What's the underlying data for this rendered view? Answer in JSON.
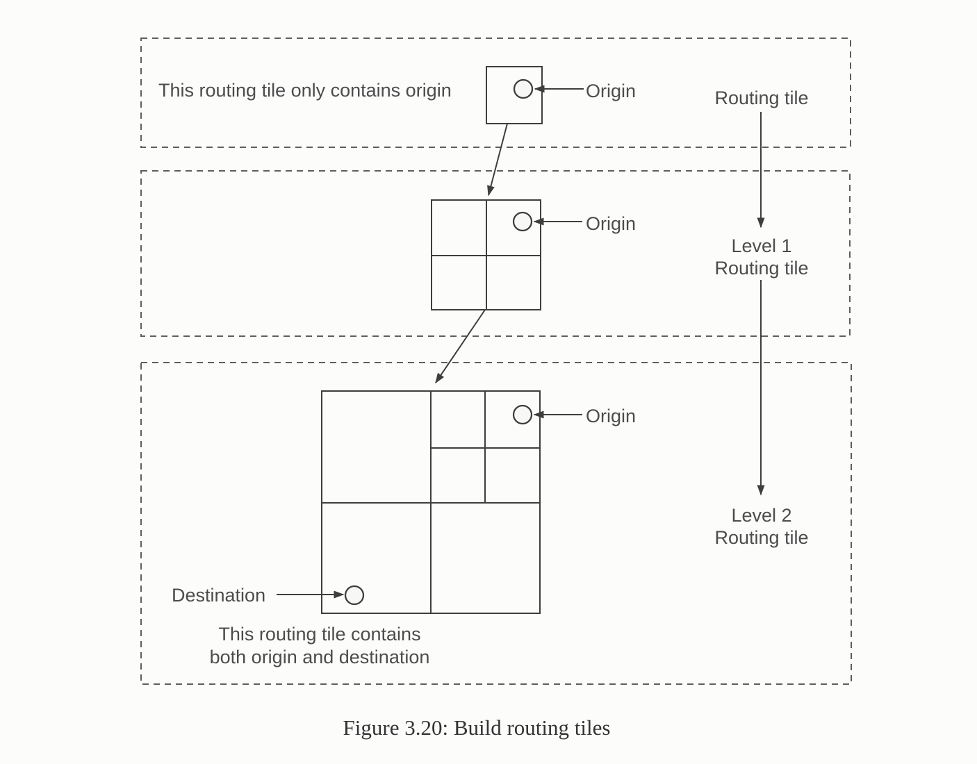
{
  "figure_caption": "Figure 3.20: Build routing tiles",
  "top_panel": {
    "description": "This routing tile only contains origin",
    "origin_label": "Origin",
    "column_label": "Routing tile"
  },
  "middle_panel": {
    "origin_label": "Origin",
    "column_label_line1": "Level 1",
    "column_label_line2": "Routing tile"
  },
  "bottom_panel": {
    "origin_label": "Origin",
    "destination_label": "Destination",
    "description_line1": "This routing tile contains",
    "description_line2": "both origin and destination",
    "column_label_line1": "Level 2",
    "column_label_line2": "Routing tile"
  },
  "colors": {
    "ink": "#3e3e3e",
    "dash_border": "#5e5e5e",
    "paper": "#fcfcfb",
    "text": "#4c4c4c"
  }
}
